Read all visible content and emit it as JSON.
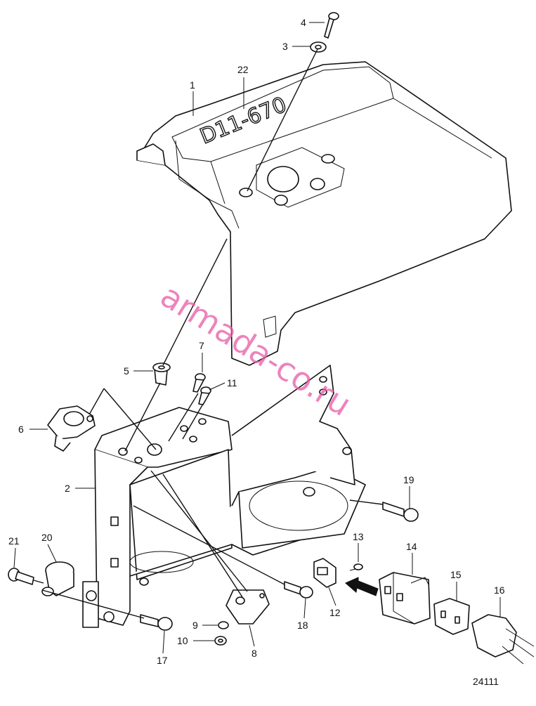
{
  "diagram": {
    "embossed_text": "D11-670",
    "watermark": "armada-co.ru",
    "drawing_number": "24111",
    "callouts": [
      "1",
      "2",
      "3",
      "4",
      "5",
      "6",
      "7",
      "8",
      "9",
      "10",
      "11",
      "12",
      "13",
      "14",
      "15",
      "16",
      "17",
      "18",
      "19",
      "20",
      "21",
      "22"
    ]
  }
}
